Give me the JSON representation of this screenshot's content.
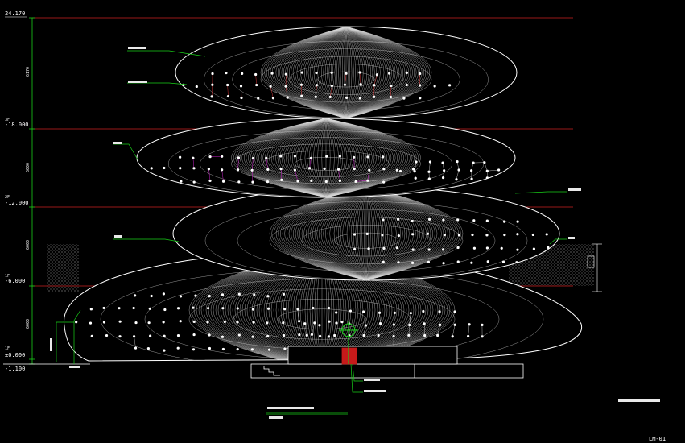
{
  "levels": [
    {
      "text": "24.170"
    },
    {
      "text": "-18.000"
    },
    {
      "text": "-12.000"
    },
    {
      "text": "-6.000"
    },
    {
      "text": "±0.000"
    },
    {
      "text": "-1.100"
    }
  ],
  "segment_dims": [
    "6170",
    "6000",
    "6000",
    "6000"
  ],
  "drawing_code": "LM-01",
  "colors": {
    "background": "#000000",
    "grid_red": "#cc1f1f",
    "leader_green": "#19d019",
    "lines": "#ffffff",
    "magenta": "#ff2bff",
    "red_nodes": "#ff2020"
  }
}
